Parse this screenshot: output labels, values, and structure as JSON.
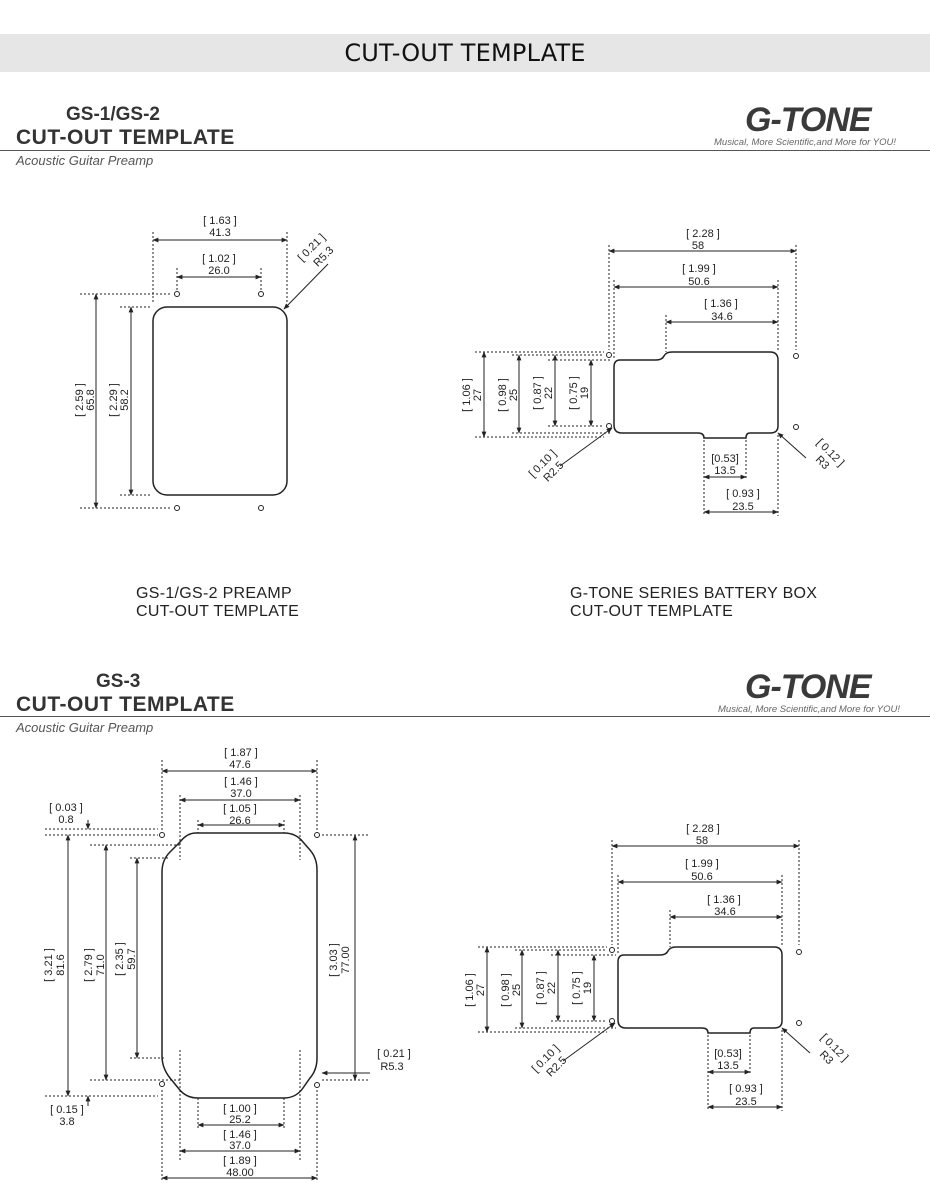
{
  "banner": {
    "title": "CUT-OUT TEMPLATE"
  },
  "section1": {
    "model": "GS-1/GS-2",
    "title": "CUT-OUT TEMPLATE",
    "subtitle": "Acoustic Guitar Preamp",
    "brand": "G-TONE",
    "tagline": "Musical, More Scientific,and More for YOU!",
    "preamp": {
      "caption1": "GS-1/GS-2 PREAMP",
      "caption2": "CUT-OUT TEMPLATE",
      "width_outer_in": "[ 1.63 ]",
      "width_outer_mm": "41.3",
      "width_inner_in": "[ 1.02 ]",
      "width_inner_mm": "26.0",
      "radius_in": "[ 0.21 ]",
      "radius_mm": "R5.3",
      "height_outer_in": "[ 2.59 ]",
      "height_outer_mm": "65.8",
      "height_inner_in": "[ 2.29 ]",
      "height_inner_mm": "58.2"
    },
    "battery": {
      "caption1": "G-TONE SERIES BATTERY BOX",
      "caption2": "CUT-OUT TEMPLATE",
      "w1_in": "[ 2.28 ]",
      "w1_mm": "58",
      "w2_in": "[ 1.99 ]",
      "w2_mm": "50.6",
      "w3_in": "[ 1.36 ]",
      "w3_mm": "34.6",
      "h1_in": "[ 1.06 ]",
      "h1_mm": "27",
      "h2_in": "[ 0.98 ]",
      "h2_mm": "25",
      "h3_in": "[ 0.87 ]",
      "h3_mm": "22",
      "h4_in": "[ 0.75 ]",
      "h4_mm": "19",
      "r_small_in": "[ 0.10 ]",
      "r_small_mm": "R2.5",
      "tab_in": "[0.53]",
      "tab_mm": "13.5",
      "r_large_in": "[ 0.12 ]",
      "r_large_mm": "R3",
      "bottom_in": "[ 0.93 ]",
      "bottom_mm": "23.5"
    }
  },
  "section2": {
    "model": "GS-3",
    "title": "CUT-OUT TEMPLATE",
    "subtitle": "Acoustic Guitar Preamp",
    "brand": "G-TONE",
    "tagline": "Musical, More Scientific,and More for YOU!",
    "preamp": {
      "top1_in": "[ 1.87 ]",
      "top1_mm": "47.6",
      "top2_in": "[ 1.46 ]",
      "top2_mm": "37.0",
      "top3_in": "[ 1.05 ]",
      "top3_mm": "26.6",
      "small_top_in": "[ 0.03 ]",
      "small_top_mm": "0.8",
      "h1_in": "[ 3.21 ]",
      "h1_mm": "81.6",
      "h2_in": "[ 2.79 ]",
      "h2_mm": "71.0",
      "h3_in": "[ 2.35 ]",
      "h3_mm": "59.7",
      "right_in": "[ 3.03 ]",
      "right_mm": "77.00",
      "radius_in": "[ 0.21 ]",
      "radius_mm": "R5.3",
      "small_bottom_in": "[ 0.15 ]",
      "small_bottom_mm": "3.8",
      "bot1_in": "[ 1.00 ]",
      "bot1_mm": "25.2",
      "bot2_in": "[ 1.46 ]",
      "bot2_mm": "37.0",
      "bot3_in": "[ 1.89 ]",
      "bot3_mm": "48.00"
    },
    "battery": {
      "w1_in": "[ 2.28 ]",
      "w1_mm": "58",
      "w2_in": "[ 1.99 ]",
      "w2_mm": "50.6",
      "w3_in": "[ 1.36 ]",
      "w3_mm": "34.6",
      "h1_in": "[ 1.06 ]",
      "h1_mm": "27",
      "h2_in": "[ 0.98 ]",
      "h2_mm": "25",
      "h3_in": "[ 0.87 ]",
      "h3_mm": "22",
      "h4_in": "[ 0.75 ]",
      "h4_mm": "19",
      "r_small_in": "[ 0.10 ]",
      "r_small_mm": "R2.5",
      "tab_in": "[0.53]",
      "tab_mm": "13.5",
      "r_large_in": "[ 0.12 ]",
      "r_large_mm": "R3",
      "bottom_in": "[ 0.93 ]",
      "bottom_mm": "23.5"
    }
  }
}
